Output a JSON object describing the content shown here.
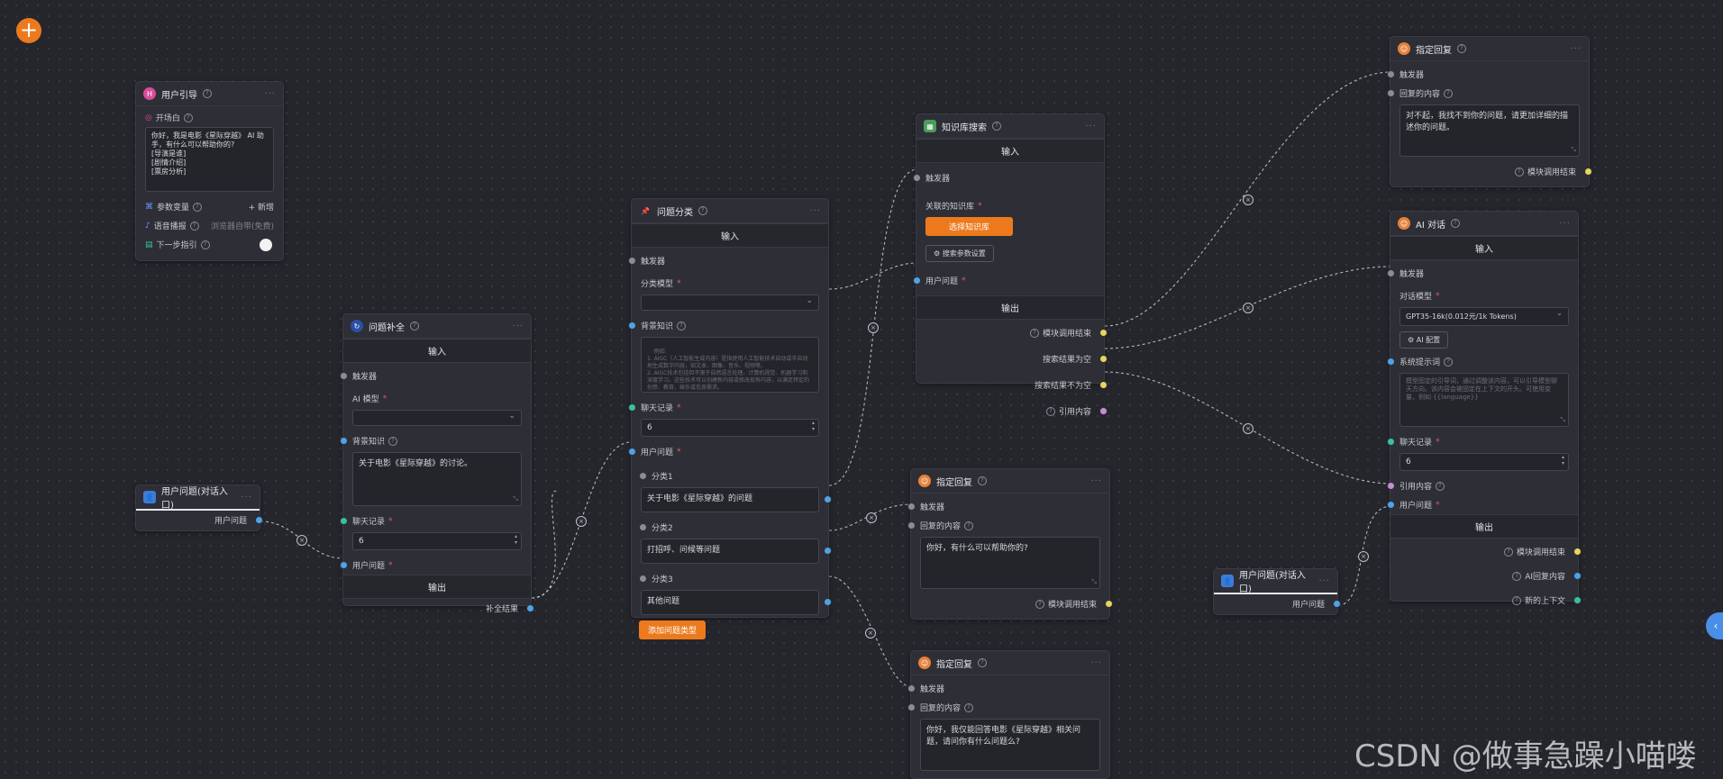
{
  "toolbar": {
    "add_icon": "plus-circle-icon"
  },
  "colors": {
    "accent": "#ec7a1d",
    "canvas": "#25262c",
    "node": "#2e2f36"
  },
  "guide": {
    "title": "用户引导",
    "welcome_label": "开场白",
    "welcome_text": "你好，我是电影《星际穿越》 AI 助手，有什么可以帮助你的?\n[导演是谁]\n[剧情介绍]\n[票房分析]",
    "params_label": "参数变量",
    "params_add": "+ 新增",
    "voice_label": "语音播报",
    "voice_value": "浏览器自带(免费)",
    "next_label": "下一步指引"
  },
  "entry1": {
    "title": "用户问题(对话入口)",
    "out_label": "用户问题"
  },
  "entry2": {
    "title": "用户问题(对话入口)",
    "out_label": "用户问题"
  },
  "supplement": {
    "title": "问题补全",
    "input_section": "输入",
    "trigger": "触发器",
    "model_label": "AI 模型",
    "bg_label": "背景知识",
    "bg_value": "关于电影《星际穿越》的讨论。",
    "history_label": "聊天记录",
    "history_value": "6",
    "question_label": "用户问题",
    "output_section": "输出",
    "out_label": "补全结果"
  },
  "classify": {
    "title": "问题分类",
    "input_section": "输入",
    "trigger": "触发器",
    "model_label": "分类模型",
    "bg_label": "背景知识",
    "bg_placeholder": "例如:\n1. AIGC（人工智能生成内容）是指使用人工智能技术自动或半自动地生成数字内容，如文本、图像、音乐、视频等。\n2. AIGC技术包括但不限于自然语言处理、计算机视觉、机器学习和深度学习。这些技术可以创建新内容或修改现有内容，以满足特定的创意、教育、娱乐或信息需求。",
    "history_label": "聊天记录",
    "history_value": "6",
    "question_label": "用户问题",
    "cat1_label": "分类1",
    "cat1_value": "关于电影《星际穿越》的问题",
    "cat2_label": "分类2",
    "cat2_value": "打招呼、问候等问题",
    "cat3_label": "分类3",
    "cat3_value": "其他问题",
    "add_btn": "添加问题类型"
  },
  "kb": {
    "title": "知识库搜索",
    "input_section": "输入",
    "trigger": "触发器",
    "kb_label": "关联的知识库",
    "select_btn": "选择知识库",
    "param_btn": "搜索参数设置",
    "question_label": "用户问题",
    "output_section": "输出",
    "out1": "模块调用结束",
    "out2": "搜索结果为空",
    "out3": "搜索结果不为空",
    "out4": "引用内容"
  },
  "reply_mid": {
    "title": "指定回复",
    "trigger": "触发器",
    "content_label": "回复的内容",
    "content_value": "你好，有什么可以帮助你的?",
    "out": "模块调用结束"
  },
  "reply_bottom": {
    "title": "指定回复",
    "trigger": "触发器",
    "content_label": "回复的内容",
    "content_value": "你好，我仅能回答电影《星际穿越》相关问题，请问你有什么问题么?"
  },
  "reply_top": {
    "title": "指定回复",
    "trigger": "触发器",
    "content_label": "回复的内容",
    "content_value": "对不起，我找不到你的问题，请更加详细的描述你的问题。",
    "out": "模块调用结束"
  },
  "chat": {
    "title": "AI 对话",
    "input_section": "输入",
    "trigger": "触发器",
    "model_label": "对话模型",
    "model_value": "GPT35-16k(0.012元/1k Tokens)",
    "config_btn": "AI 配置",
    "system_label": "系统提示词",
    "system_placeholder": "模型固定的引导词，通过调整该内容，可以引导模型聊天方向。该内容会被固定在上下文的开头。可使用变量，例如 {{language}}",
    "history_label": "聊天记录",
    "history_value": "6",
    "quote_label": "引用内容",
    "question_label": "用户问题",
    "output_section": "输出",
    "out1": "模块调用结束",
    "out2": "AI回复内容",
    "out3": "新的上下文"
  },
  "watermark": "CSDN @做事急躁小喵喽"
}
